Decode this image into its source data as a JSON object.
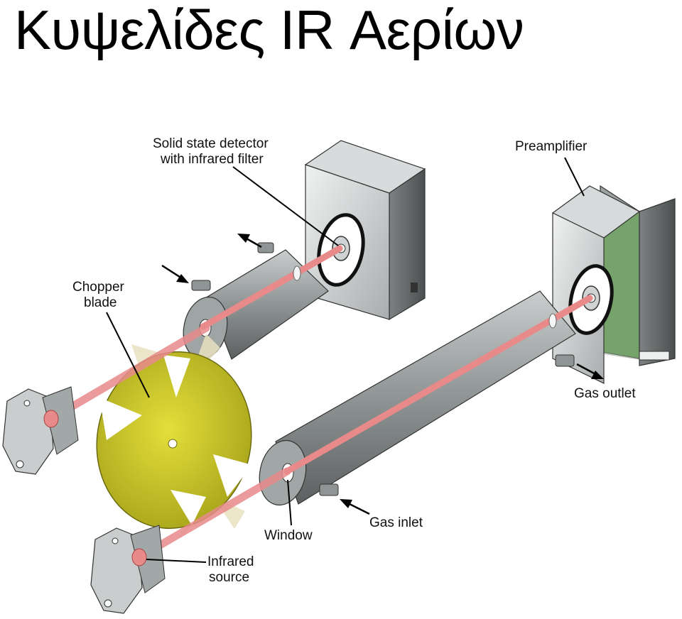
{
  "title": "Κυψελίδες IR Αερίων",
  "labels": {
    "detector_line1": "Solid state detector",
    "detector_line2": "with infrared filter",
    "preamplifier": "Preamplifier",
    "chopper_line1": "Chopper",
    "chopper_line2": "blade",
    "gas_outlet": "Gas outlet",
    "gas_inlet": "Gas inlet",
    "window": "Window",
    "source_line1": "Infrared",
    "source_line2": "source"
  },
  "colors": {
    "beam": "#e88a8a",
    "chopper": "#c8c42a",
    "tube": "#8f9494",
    "pcb": "#4e8f3a"
  }
}
